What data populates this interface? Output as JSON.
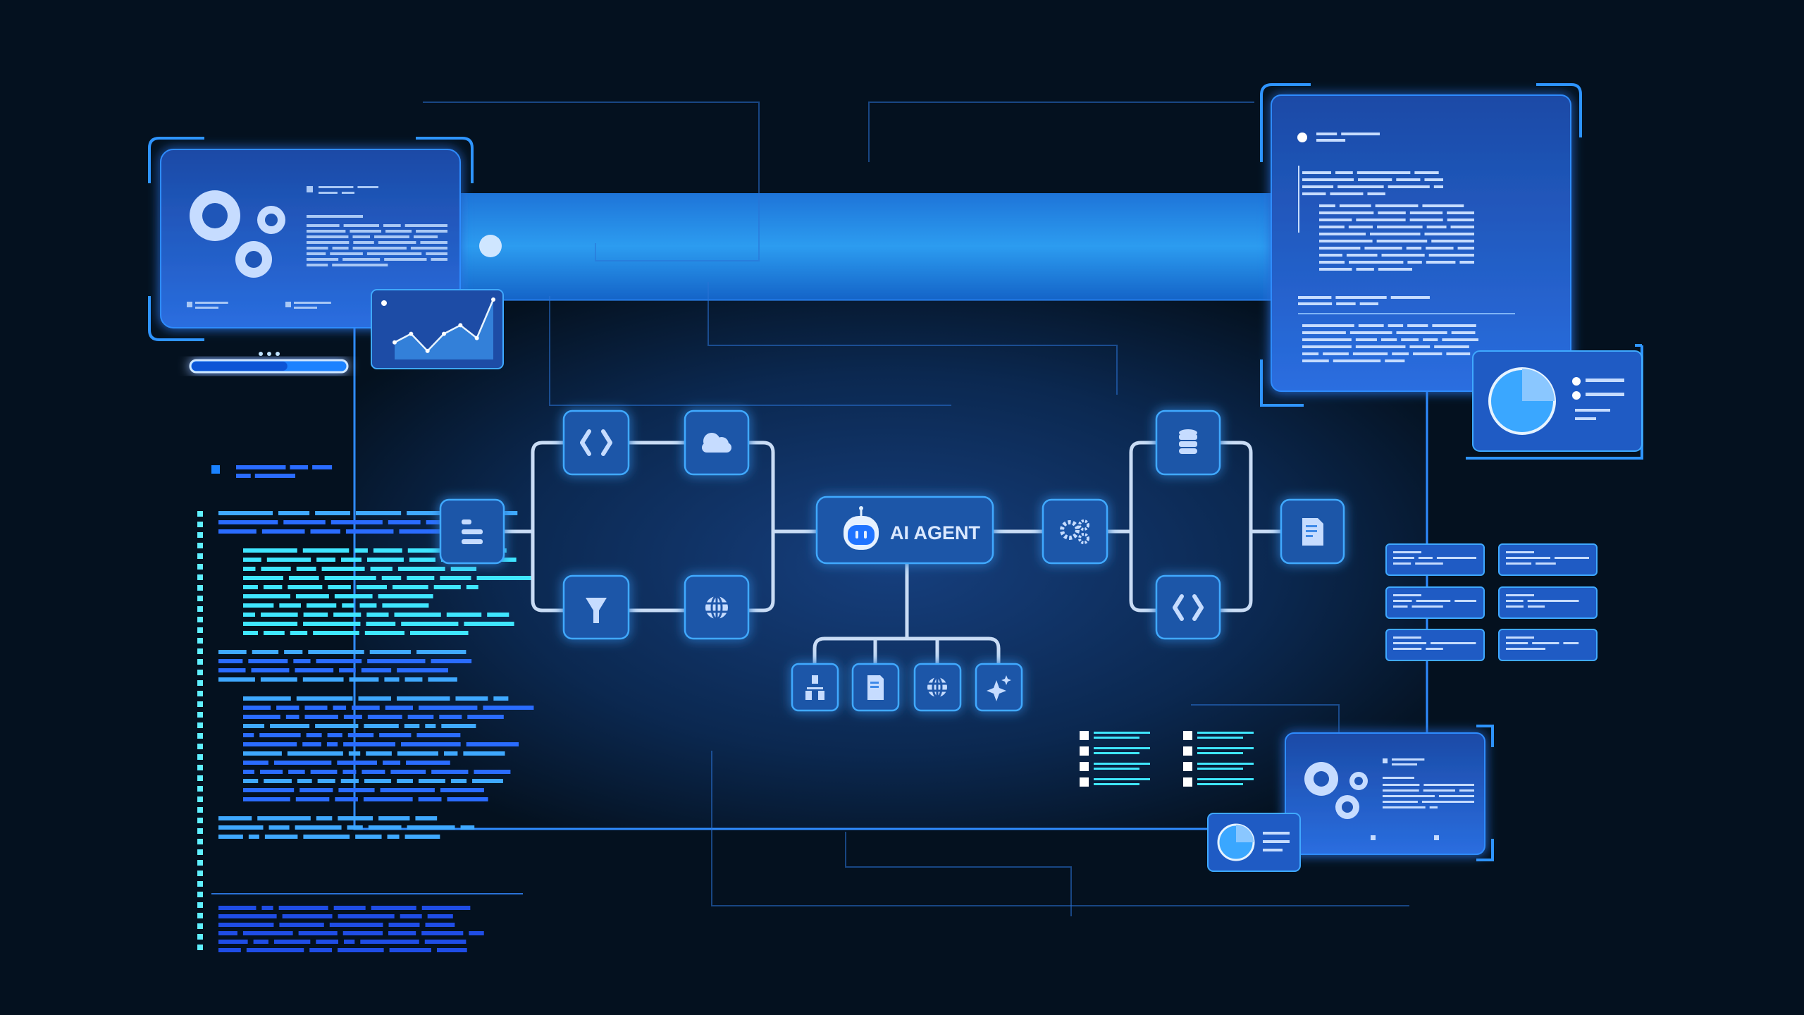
{
  "agent": {
    "label": "AI AGENT",
    "icon": "robot-icon"
  },
  "progress": {
    "value": 0.62,
    "dots": 3
  },
  "nodes": [
    {
      "id": "menu",
      "icon": "menu-icon"
    },
    {
      "id": "code-left",
      "icon": "code-icon"
    },
    {
      "id": "cloud",
      "icon": "cloud-icon"
    },
    {
      "id": "filter",
      "icon": "filter-icon"
    },
    {
      "id": "globe-left",
      "icon": "globe-icon"
    },
    {
      "id": "settings",
      "icon": "gears-icon"
    },
    {
      "id": "database",
      "icon": "database-icon"
    },
    {
      "id": "code-right",
      "icon": "code-icon"
    },
    {
      "id": "document",
      "icon": "document-icon"
    }
  ],
  "tools": [
    {
      "id": "hierarchy",
      "icon": "hierarchy-icon"
    },
    {
      "id": "file",
      "icon": "document-icon"
    },
    {
      "id": "web",
      "icon": "globe-icon"
    },
    {
      "id": "sparkle",
      "icon": "sparkle-icon"
    }
  ],
  "chart_preview": {
    "values": [
      2,
      3,
      1,
      3,
      4,
      2.5,
      7
    ]
  },
  "pie": {
    "fraction": 0.75
  },
  "colors": {
    "background": "#04111f",
    "panel": "#1f5bc4",
    "accent": "#3fa9ff",
    "icon": "#c6dcff",
    "cyan": "#3fe6ff"
  }
}
